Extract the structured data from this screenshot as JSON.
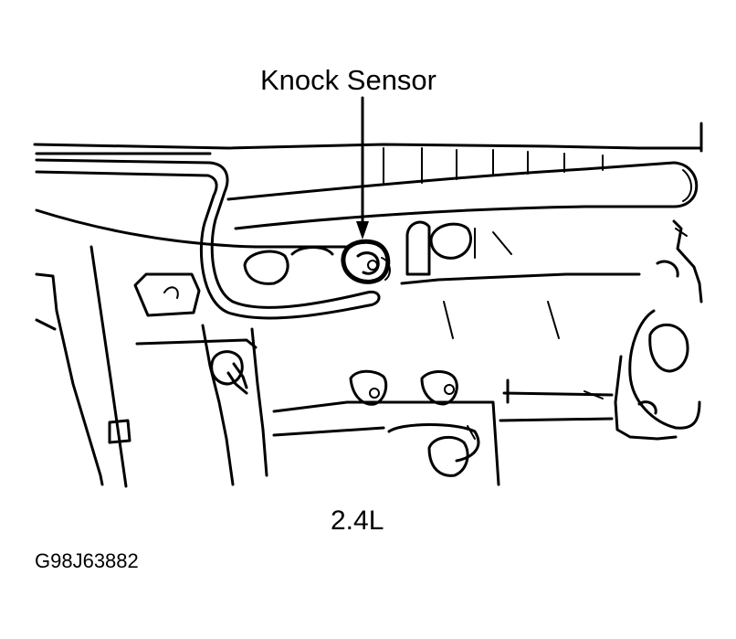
{
  "diagram": {
    "callout_label": "Knock Sensor",
    "engine_label": "2.4L",
    "figure_id": "G98J63882"
  },
  "colors": {
    "background": "#ffffff",
    "ink": "#000000"
  }
}
